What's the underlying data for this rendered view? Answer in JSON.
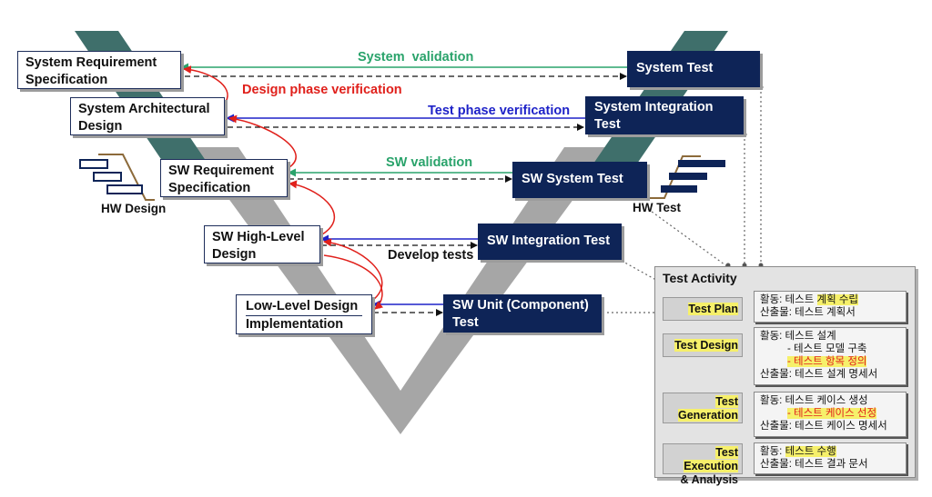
{
  "left_boxes": [
    {
      "line1": "System Requirement",
      "line2": "Specification"
    },
    {
      "line1": "System Architectural",
      "line2": "Design"
    },
    {
      "line1": "SW Requirement",
      "line2": "Specification"
    },
    {
      "line1": "SW High-Level",
      "line2": "Design"
    },
    {
      "line1": "Low-Level Design",
      "line2": "Implementation"
    }
  ],
  "right_boxes": [
    {
      "line1": "System Test",
      "line2": ""
    },
    {
      "line1": "System Integration",
      "line2": "Test"
    },
    {
      "line1": "SW System Test",
      "line2": ""
    },
    {
      "line1": "SW Integration Test",
      "line2": ""
    },
    {
      "line1": "SW Unit (Component)",
      "line2": "Test"
    }
  ],
  "labels": {
    "system_validation": "System  validation",
    "design_phase_verification": "Design phase verification",
    "test_phase_verification": "Test phase verification",
    "sw_validation": "SW validation",
    "develop_tests": "Develop tests",
    "hw_design": "HW Design",
    "hw_test": "HW Test"
  },
  "colors": {
    "navy": "#0e2457",
    "green": "#2aa36b",
    "red": "#e0201b",
    "blue": "#1e22c8",
    "teal_band": "#3f6f6b",
    "gray_v": "#a6a6a6",
    "highlight": "#f6f06a"
  },
  "test_activity": {
    "title": "Test Activity",
    "items": [
      {
        "label": "Test Plan",
        "activity": "활동: 테스트 ",
        "activity_hl": "계획 수립",
        "output": "산출물: 테스트 계획서"
      },
      {
        "label": "Test Design",
        "activity": "활동: 테스트 설계",
        "sub1": "- 테스트 모델 구축",
        "sub2": "- 테스트 항목 정의",
        "output": "산출물: 테스트 설계 명세서"
      },
      {
        "label1": "Test",
        "label2": "Generation",
        "activity": "활동: 테스트 케이스 생성",
        "sub1": "- 테스트 케이스 선정",
        "output": "산출물: 테스트 케이스 명세서"
      },
      {
        "label1": "Test Execution",
        "label2": "& Analysis",
        "activity": "활동: ",
        "activity_hl": "테스트 수행",
        "output": "산출물: 테스트 결과 문서"
      }
    ]
  }
}
